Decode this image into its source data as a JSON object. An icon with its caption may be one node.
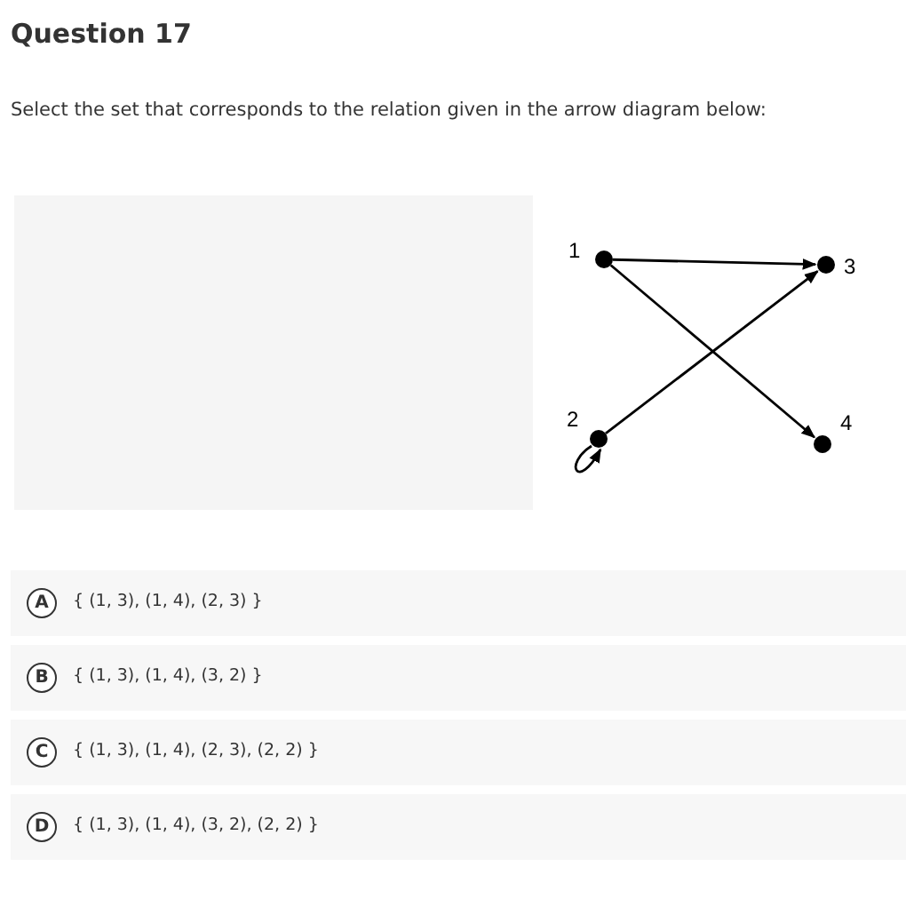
{
  "diagram": {
    "title": "Question 17",
    "nodes": [
      {
        "text": [],
        "shape": "circle",
        "beside": [
          "1"
        ]
      },
      {
        "text": [],
        "shape": "circle",
        "beside": [
          "2"
        ]
      },
      {
        "text": [],
        "shape": "circle",
        "beside": [
          "3"
        ]
      },
      {
        "text": [],
        "shape": "circle",
        "beside": [
          "4"
        ]
      },
      {
        "text": [
          "{ (1, 3), (1, 4), (2, 3) }"
        ]
      },
      {
        "text": [
          "A"
        ],
        "in": 4
      },
      {
        "text": [
          "{ (1, 3), (1, 4), (3, 2) }"
        ]
      },
      {
        "text": [
          "B"
        ],
        "in": 6
      },
      {
        "text": [
          "{ (1, 3), (1, 4), (2, 3), (2, 2) }"
        ]
      },
      {
        "text": [
          "C"
        ],
        "in": 8
      },
      {
        "text": [
          "{ (1, 3), (1, 4), (3, 2), (2, 2) }"
        ]
      },
      {
        "text": [
          "D"
        ],
        "in": 10
      }
    ],
    "edges": [
      {
        "from": 0,
        "to": 2,
        "arrow": "to"
      },
      {
        "from": 0,
        "to": 3,
        "arrow": "to"
      },
      {
        "from": 1,
        "to": 2,
        "arrow": "to"
      },
      {
        "from": 1,
        "to": 1,
        "arrow": "to"
      }
    ],
    "labels": [
      "Select the set that corresponds to the relation given in the arrow diagram below:"
    ]
  }
}
